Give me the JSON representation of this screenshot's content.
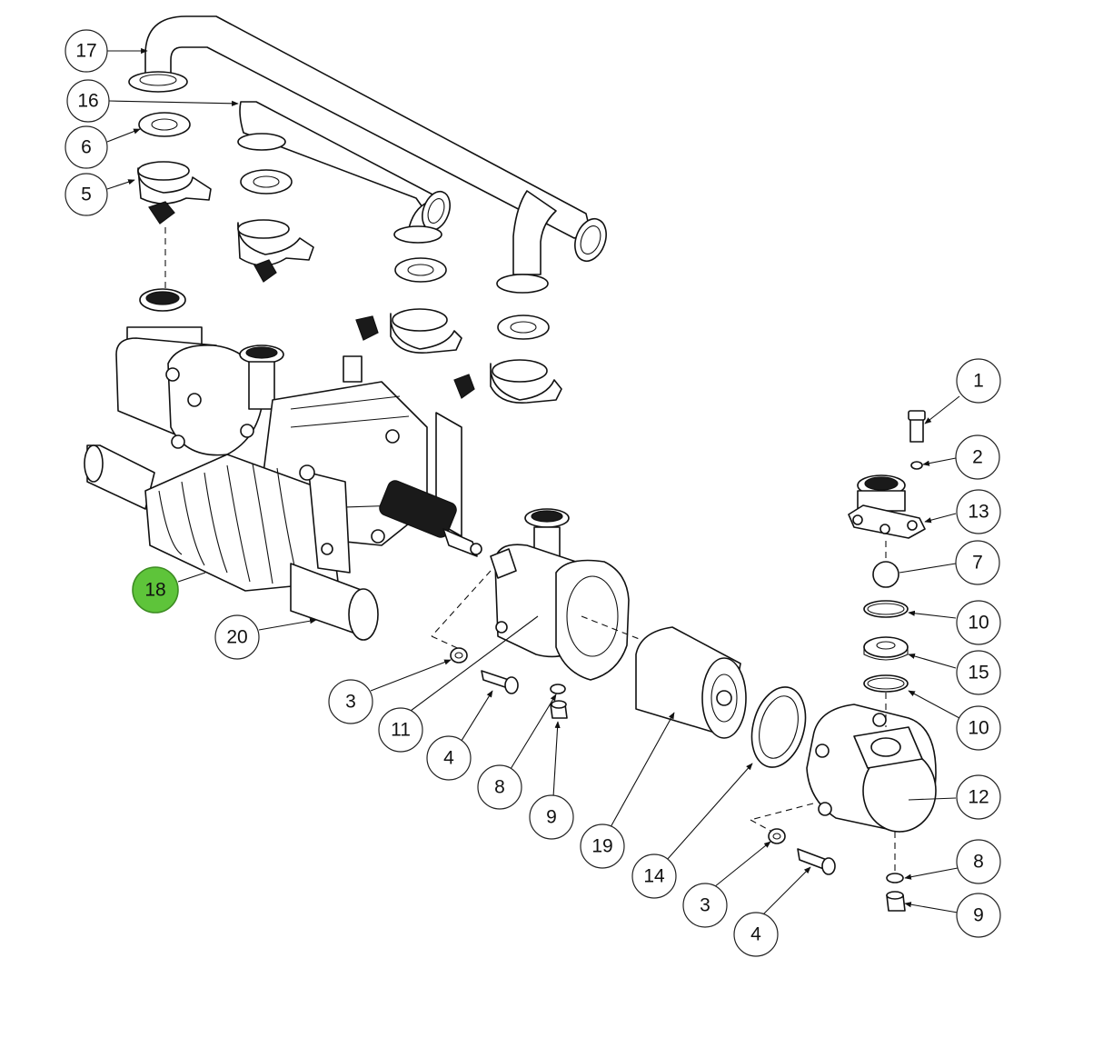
{
  "colors": {
    "highlight_fill": "#5ec43a",
    "highlight_stroke": "#3c8c22",
    "line": "#111111"
  },
  "callouts": [
    {
      "id": "c17",
      "label": "17"
    },
    {
      "id": "c16",
      "label": "16"
    },
    {
      "id": "c6a",
      "label": "6"
    },
    {
      "id": "c5",
      "label": "5"
    },
    {
      "id": "c18",
      "label": "18",
      "highlighted": true
    },
    {
      "id": "c20",
      "label": "20"
    },
    {
      "id": "c3a",
      "label": "3"
    },
    {
      "id": "c11",
      "label": "11"
    },
    {
      "id": "c4a",
      "label": "4"
    },
    {
      "id": "c8a",
      "label": "8"
    },
    {
      "id": "c9a",
      "label": "9"
    },
    {
      "id": "c19",
      "label": "19"
    },
    {
      "id": "c14",
      "label": "14"
    },
    {
      "id": "c3b",
      "label": "3"
    },
    {
      "id": "c4b",
      "label": "4"
    },
    {
      "id": "c1",
      "label": "1"
    },
    {
      "id": "c2",
      "label": "2"
    },
    {
      "id": "c13",
      "label": "13"
    },
    {
      "id": "c7",
      "label": "7"
    },
    {
      "id": "c10a",
      "label": "10"
    },
    {
      "id": "c15",
      "label": "15"
    },
    {
      "id": "c10b",
      "label": "10"
    },
    {
      "id": "c12",
      "label": "12"
    },
    {
      "id": "c8b",
      "label": "8"
    },
    {
      "id": "c9b",
      "label": "9"
    }
  ]
}
